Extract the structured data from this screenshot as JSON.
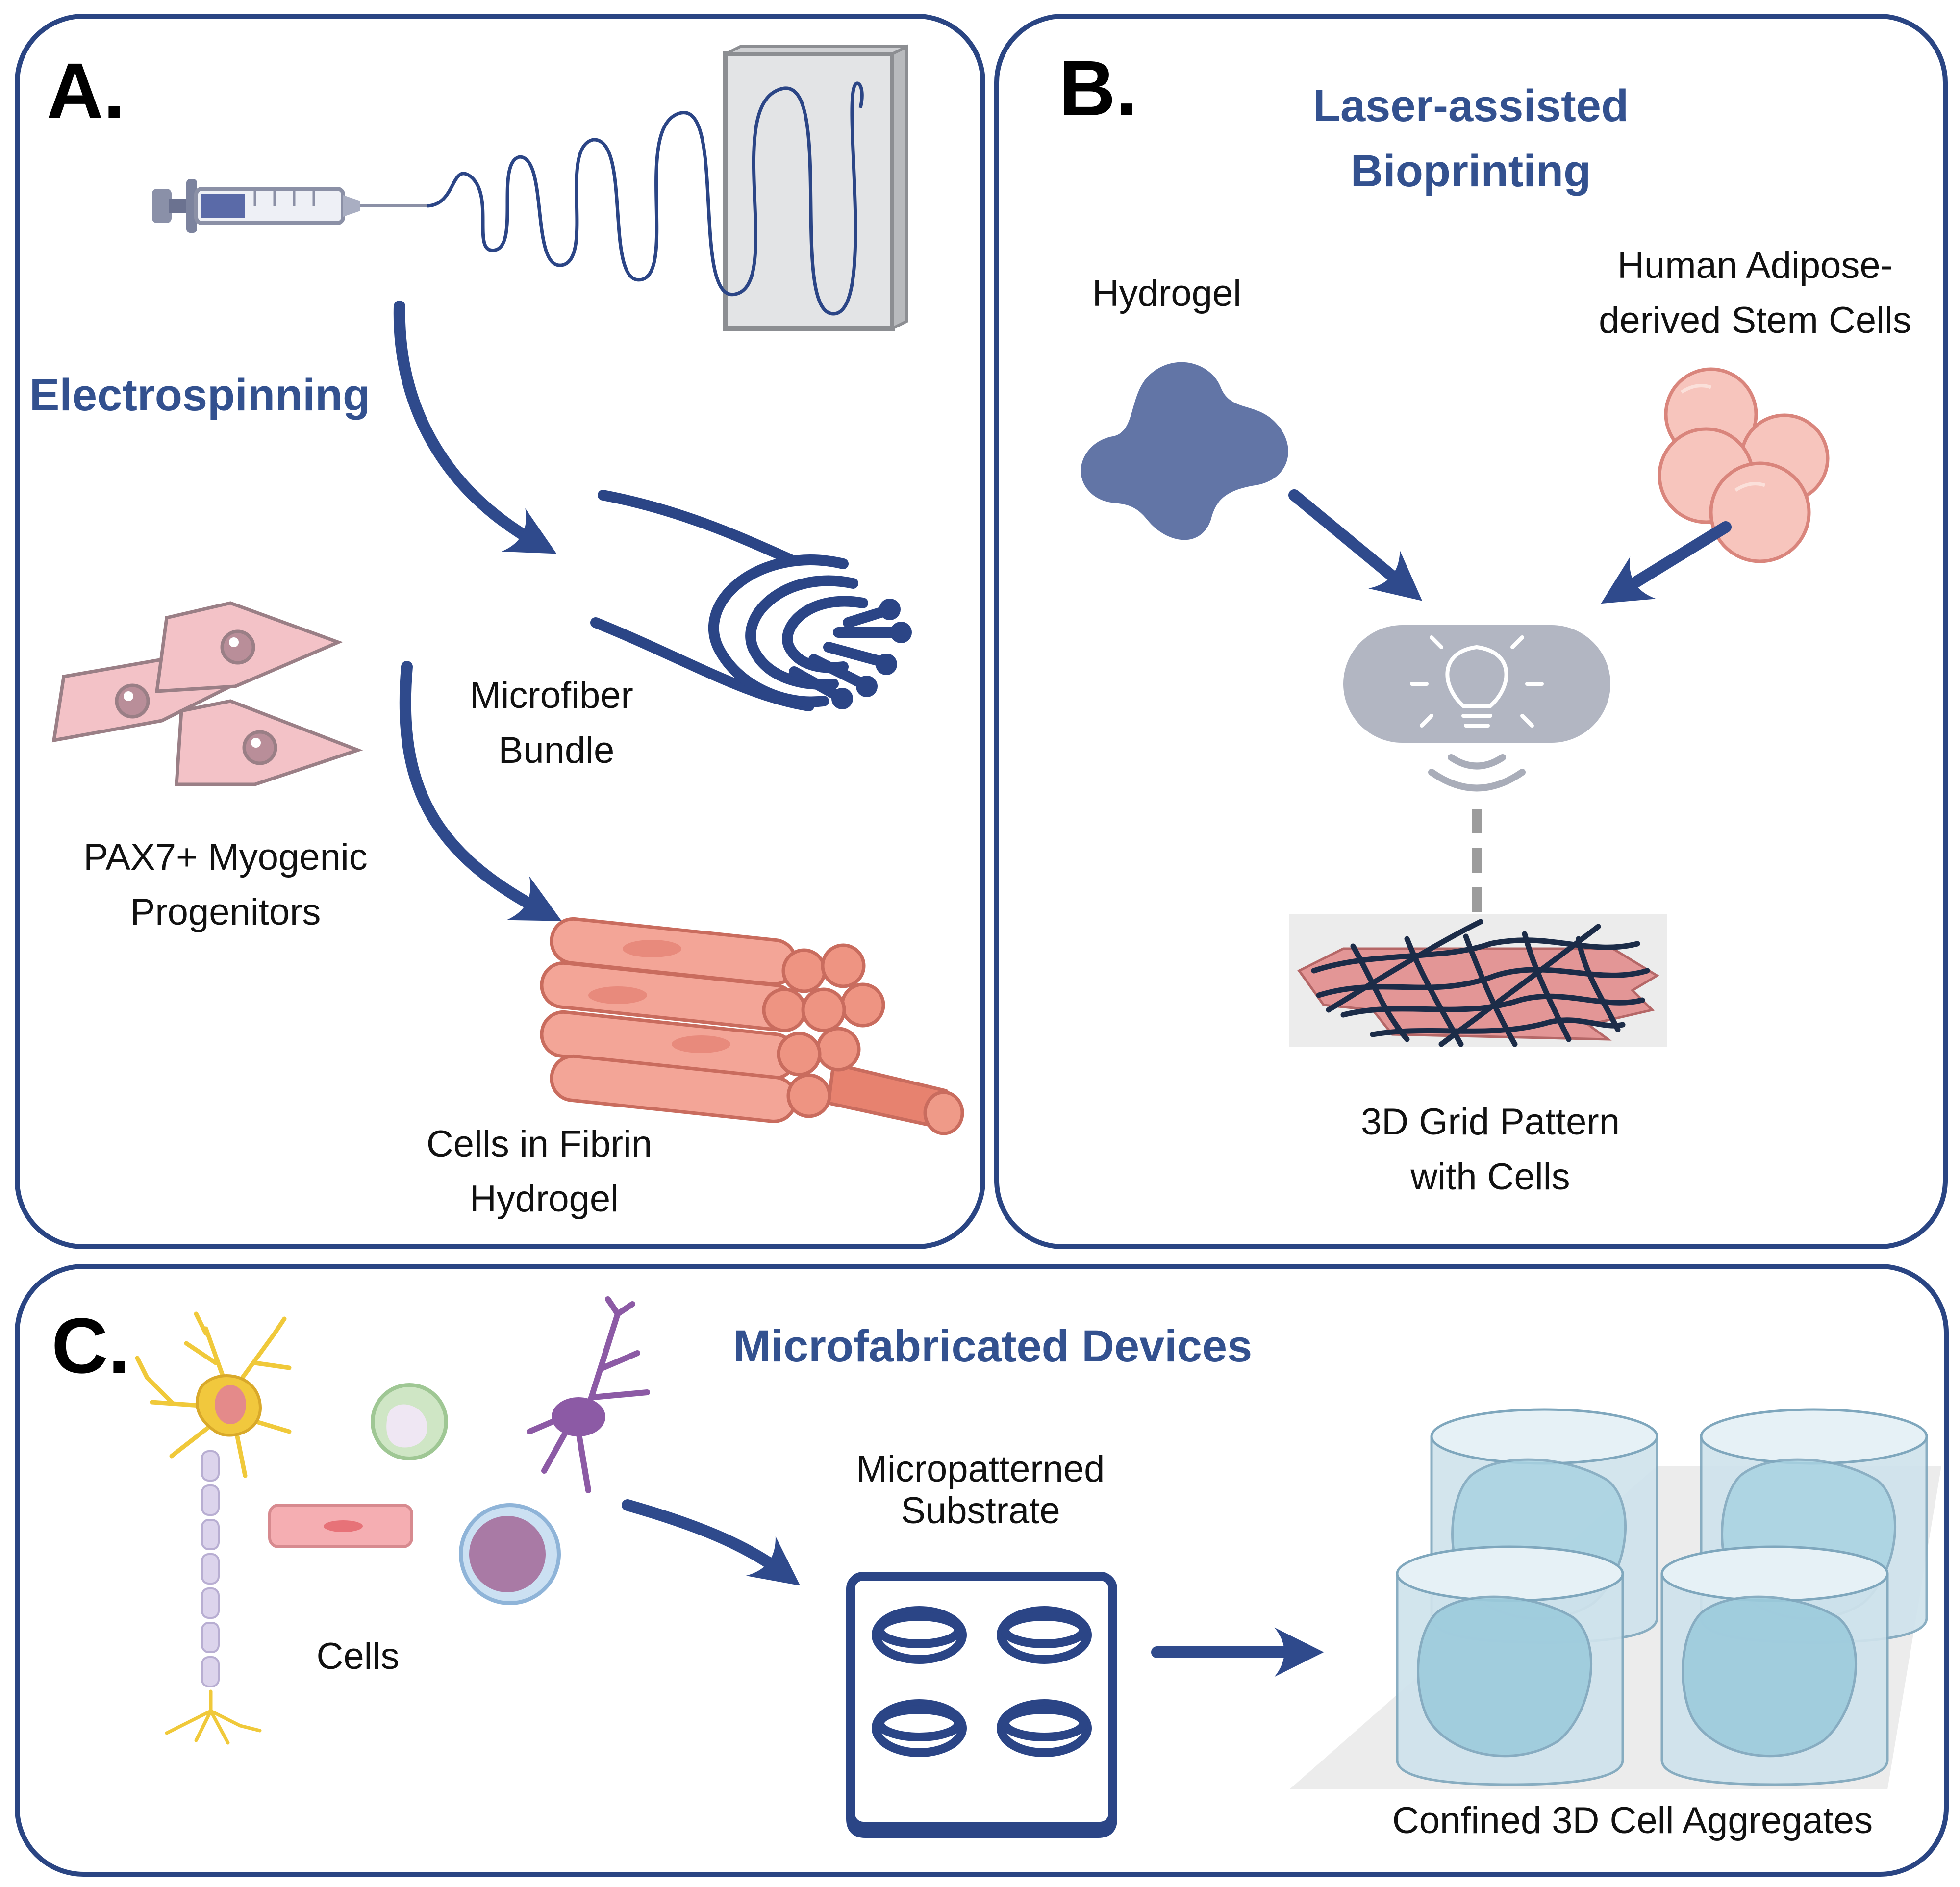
{
  "colors": {
    "border": "#2a4583",
    "title": "#33518f",
    "arrow": "#2f4a8c",
    "hydrogel": "#6275a6",
    "cell_pink": "#f4c1c4",
    "muscle": "#ef8f80",
    "device_gray": "#b2b6c2"
  },
  "panel_a": {
    "letter": "A.",
    "title": "Electrospinning",
    "microfiber": [
      "Microfiber",
      "Bundle"
    ],
    "progenitors": [
      "PAX7+ Myogenic",
      "Progenitors"
    ],
    "fibrin": [
      "Cells in Fibrin",
      "Hydrogel"
    ],
    "icons": [
      "syringe-icon",
      "fiber-spiral-icon",
      "collector-plate-icon",
      "microfiber-bundle-icon",
      "myogenic-cells-icon",
      "muscle-fiber-bundle-icon"
    ]
  },
  "panel_b": {
    "letter": "B.",
    "title": [
      "Laser-assisted",
      "Bioprinting"
    ],
    "hydrogel": "Hydrogel",
    "stem_cells": [
      "Human Adipose-",
      "derived Stem Cells"
    ],
    "grid": [
      "3D Grid Pattern",
      "with Cells"
    ],
    "icons": [
      "hydrogel-blob-icon",
      "stem-cells-icon",
      "laser-lightbulb-icon",
      "grid-scaffold-icon"
    ]
  },
  "panel_c": {
    "letter": "C.",
    "title": "Microfabricated Devices",
    "cells": "Cells",
    "substrate": [
      "Micropatterned",
      "Substrate"
    ],
    "aggregates": "Confined 3D Cell Aggregates",
    "icons": [
      "neuron-icon",
      "immune-cell-icon",
      "microglia-icon",
      "muscle-cell-icon",
      "monocyte-icon",
      "micropatterned-substrate-icon",
      "cell-aggregates-icon"
    ]
  }
}
